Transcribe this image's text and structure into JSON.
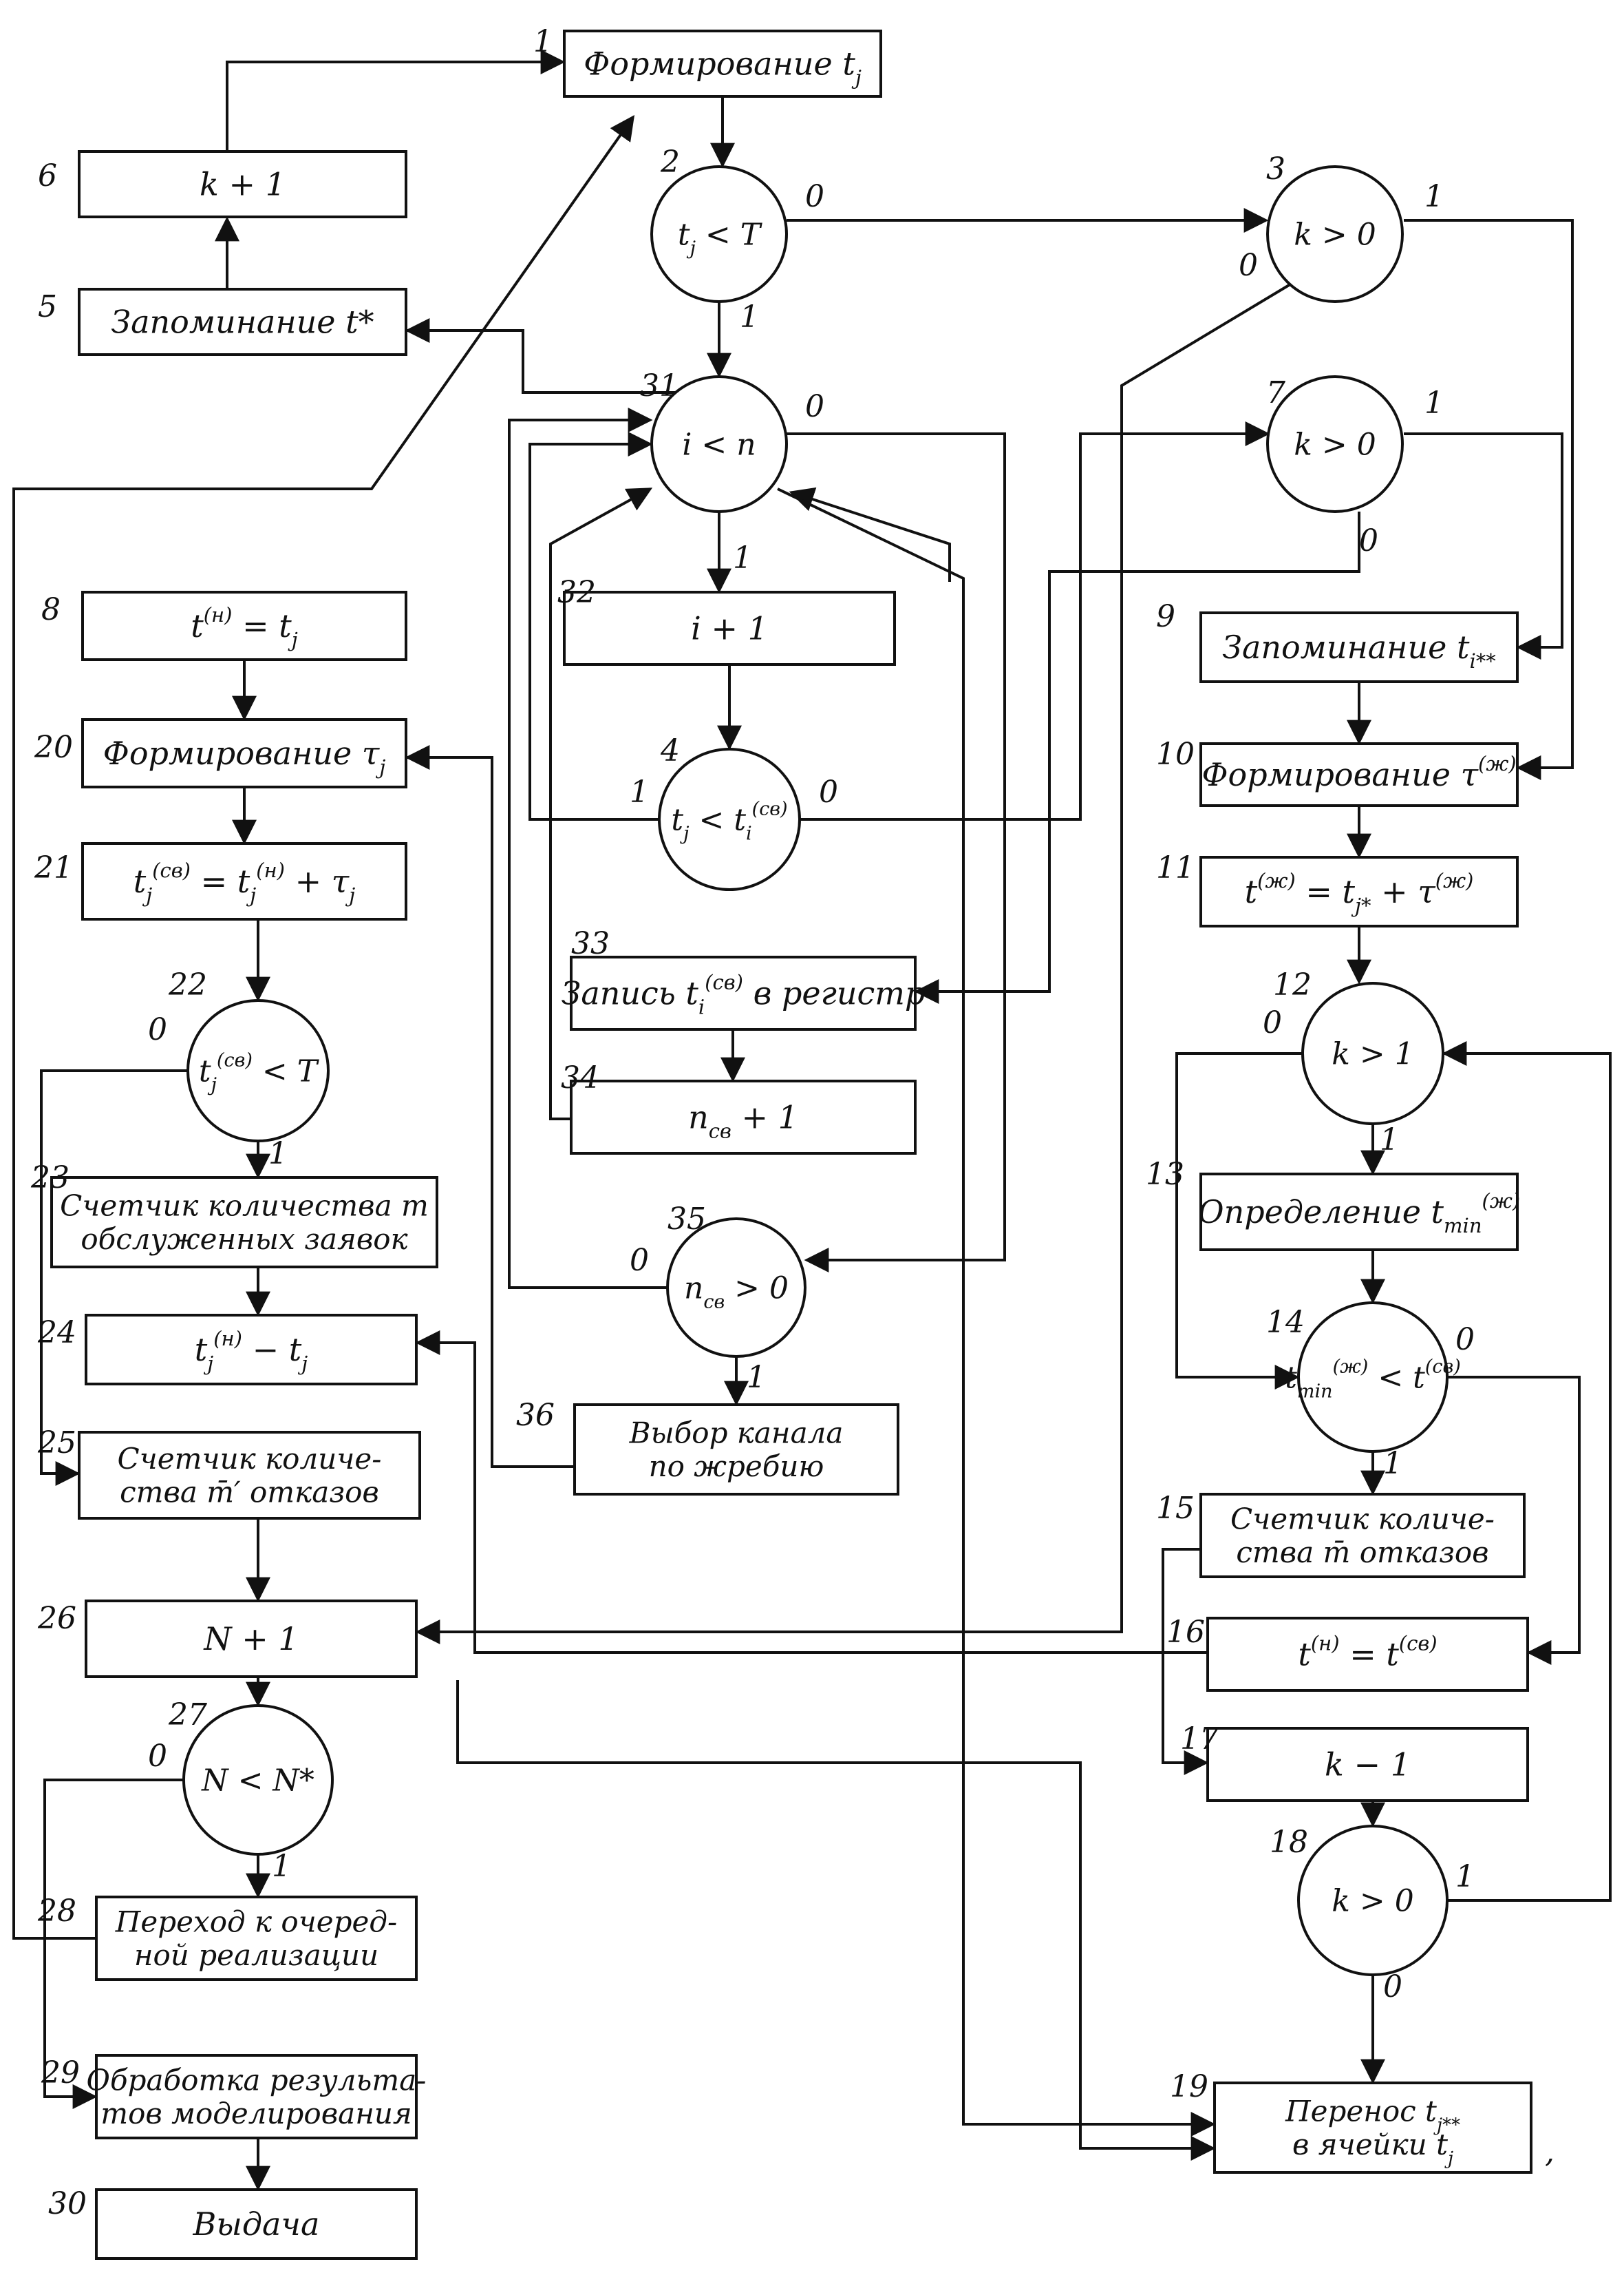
{
  "diagram": {
    "blocks": [
      {
        "id": 1,
        "kind": "process",
        "lines": [
          "Формирование t_j"
        ]
      },
      {
        "id": 2,
        "kind": "decision",
        "lines": [
          "t_j < T"
        ]
      },
      {
        "id": 3,
        "kind": "decision",
        "lines": [
          "k > 0"
        ]
      },
      {
        "id": 4,
        "kind": "decision",
        "lines": [
          "t_j < t_i^(св)"
        ]
      },
      {
        "id": 5,
        "kind": "process",
        "lines": [
          "Запоминание t*"
        ]
      },
      {
        "id": 6,
        "kind": "process",
        "lines": [
          "k + 1"
        ]
      },
      {
        "id": 7,
        "kind": "decision",
        "lines": [
          "k > 0"
        ]
      },
      {
        "id": 8,
        "kind": "process",
        "lines": [
          "t^(н) = t_j"
        ]
      },
      {
        "id": 9,
        "kind": "process",
        "lines": [
          "Запоминание t_i**"
        ]
      },
      {
        "id": 10,
        "kind": "process",
        "lines": [
          "Формирование τ^(ж)"
        ]
      },
      {
        "id": 11,
        "kind": "process",
        "lines": [
          "t^(ж) = t_j* + τ^(ж)"
        ]
      },
      {
        "id": 12,
        "kind": "decision",
        "lines": [
          "k > 1"
        ]
      },
      {
        "id": 13,
        "kind": "process",
        "lines": [
          "Определение t_min^(ж)"
        ]
      },
      {
        "id": 14,
        "kind": "decision",
        "lines": [
          "t_min^(ж) < t^(св)"
        ]
      },
      {
        "id": 15,
        "kind": "process",
        "lines": [
          "Счетчик количе-",
          "ства m̄ отказов"
        ]
      },
      {
        "id": 16,
        "kind": "process",
        "lines": [
          "t^(н) = t^(св)"
        ]
      },
      {
        "id": 17,
        "kind": "process",
        "lines": [
          "k − 1"
        ]
      },
      {
        "id": 18,
        "kind": "decision",
        "lines": [
          "k > 0"
        ]
      },
      {
        "id": 19,
        "kind": "process",
        "lines": [
          "Перенос t_j**",
          "в ячейки t_j"
        ]
      },
      {
        "id": 20,
        "kind": "process",
        "lines": [
          "Формирование τ_j"
        ]
      },
      {
        "id": 21,
        "kind": "process",
        "lines": [
          "t_j^(св) = t_j^(н) + τ_j"
        ]
      },
      {
        "id": 22,
        "kind": "decision",
        "lines": [
          "t_j^(св) < T"
        ]
      },
      {
        "id": 23,
        "kind": "process",
        "lines": [
          "Счетчик количества m",
          "обслуженных заявок"
        ]
      },
      {
        "id": 24,
        "kind": "process",
        "lines": [
          "t_j^(н) − t_j"
        ]
      },
      {
        "id": 25,
        "kind": "process",
        "lines": [
          "Счетчик количе-",
          "ства m̄′ отказов"
        ]
      },
      {
        "id": 26,
        "kind": "process",
        "lines": [
          "N + 1"
        ]
      },
      {
        "id": 27,
        "kind": "decision",
        "lines": [
          "N < N*"
        ]
      },
      {
        "id": 28,
        "kind": "process",
        "lines": [
          "Переход к очеред-",
          "ной реализации"
        ]
      },
      {
        "id": 29,
        "kind": "process",
        "lines": [
          "Обработка результа-",
          "тов моделирования"
        ]
      },
      {
        "id": 30,
        "kind": "process",
        "lines": [
          "Выдача"
        ]
      },
      {
        "id": 31,
        "kind": "decision",
        "lines": [
          "i < n"
        ]
      },
      {
        "id": 32,
        "kind": "process",
        "lines": [
          "i + 1"
        ]
      },
      {
        "id": 33,
        "kind": "process",
        "lines": [
          "Запись t_i^(св) в регистр"
        ]
      },
      {
        "id": 34,
        "kind": "process",
        "lines": [
          "n_св + 1"
        ]
      },
      {
        "id": 35,
        "kind": "decision",
        "lines": [
          "n_св > 0"
        ]
      },
      {
        "id": 36,
        "kind": "process",
        "lines": [
          "Выбор канала",
          "по жребию"
        ]
      }
    ],
    "branch_labels": [
      "0",
      "1"
    ],
    "trailing_mark": ","
  }
}
